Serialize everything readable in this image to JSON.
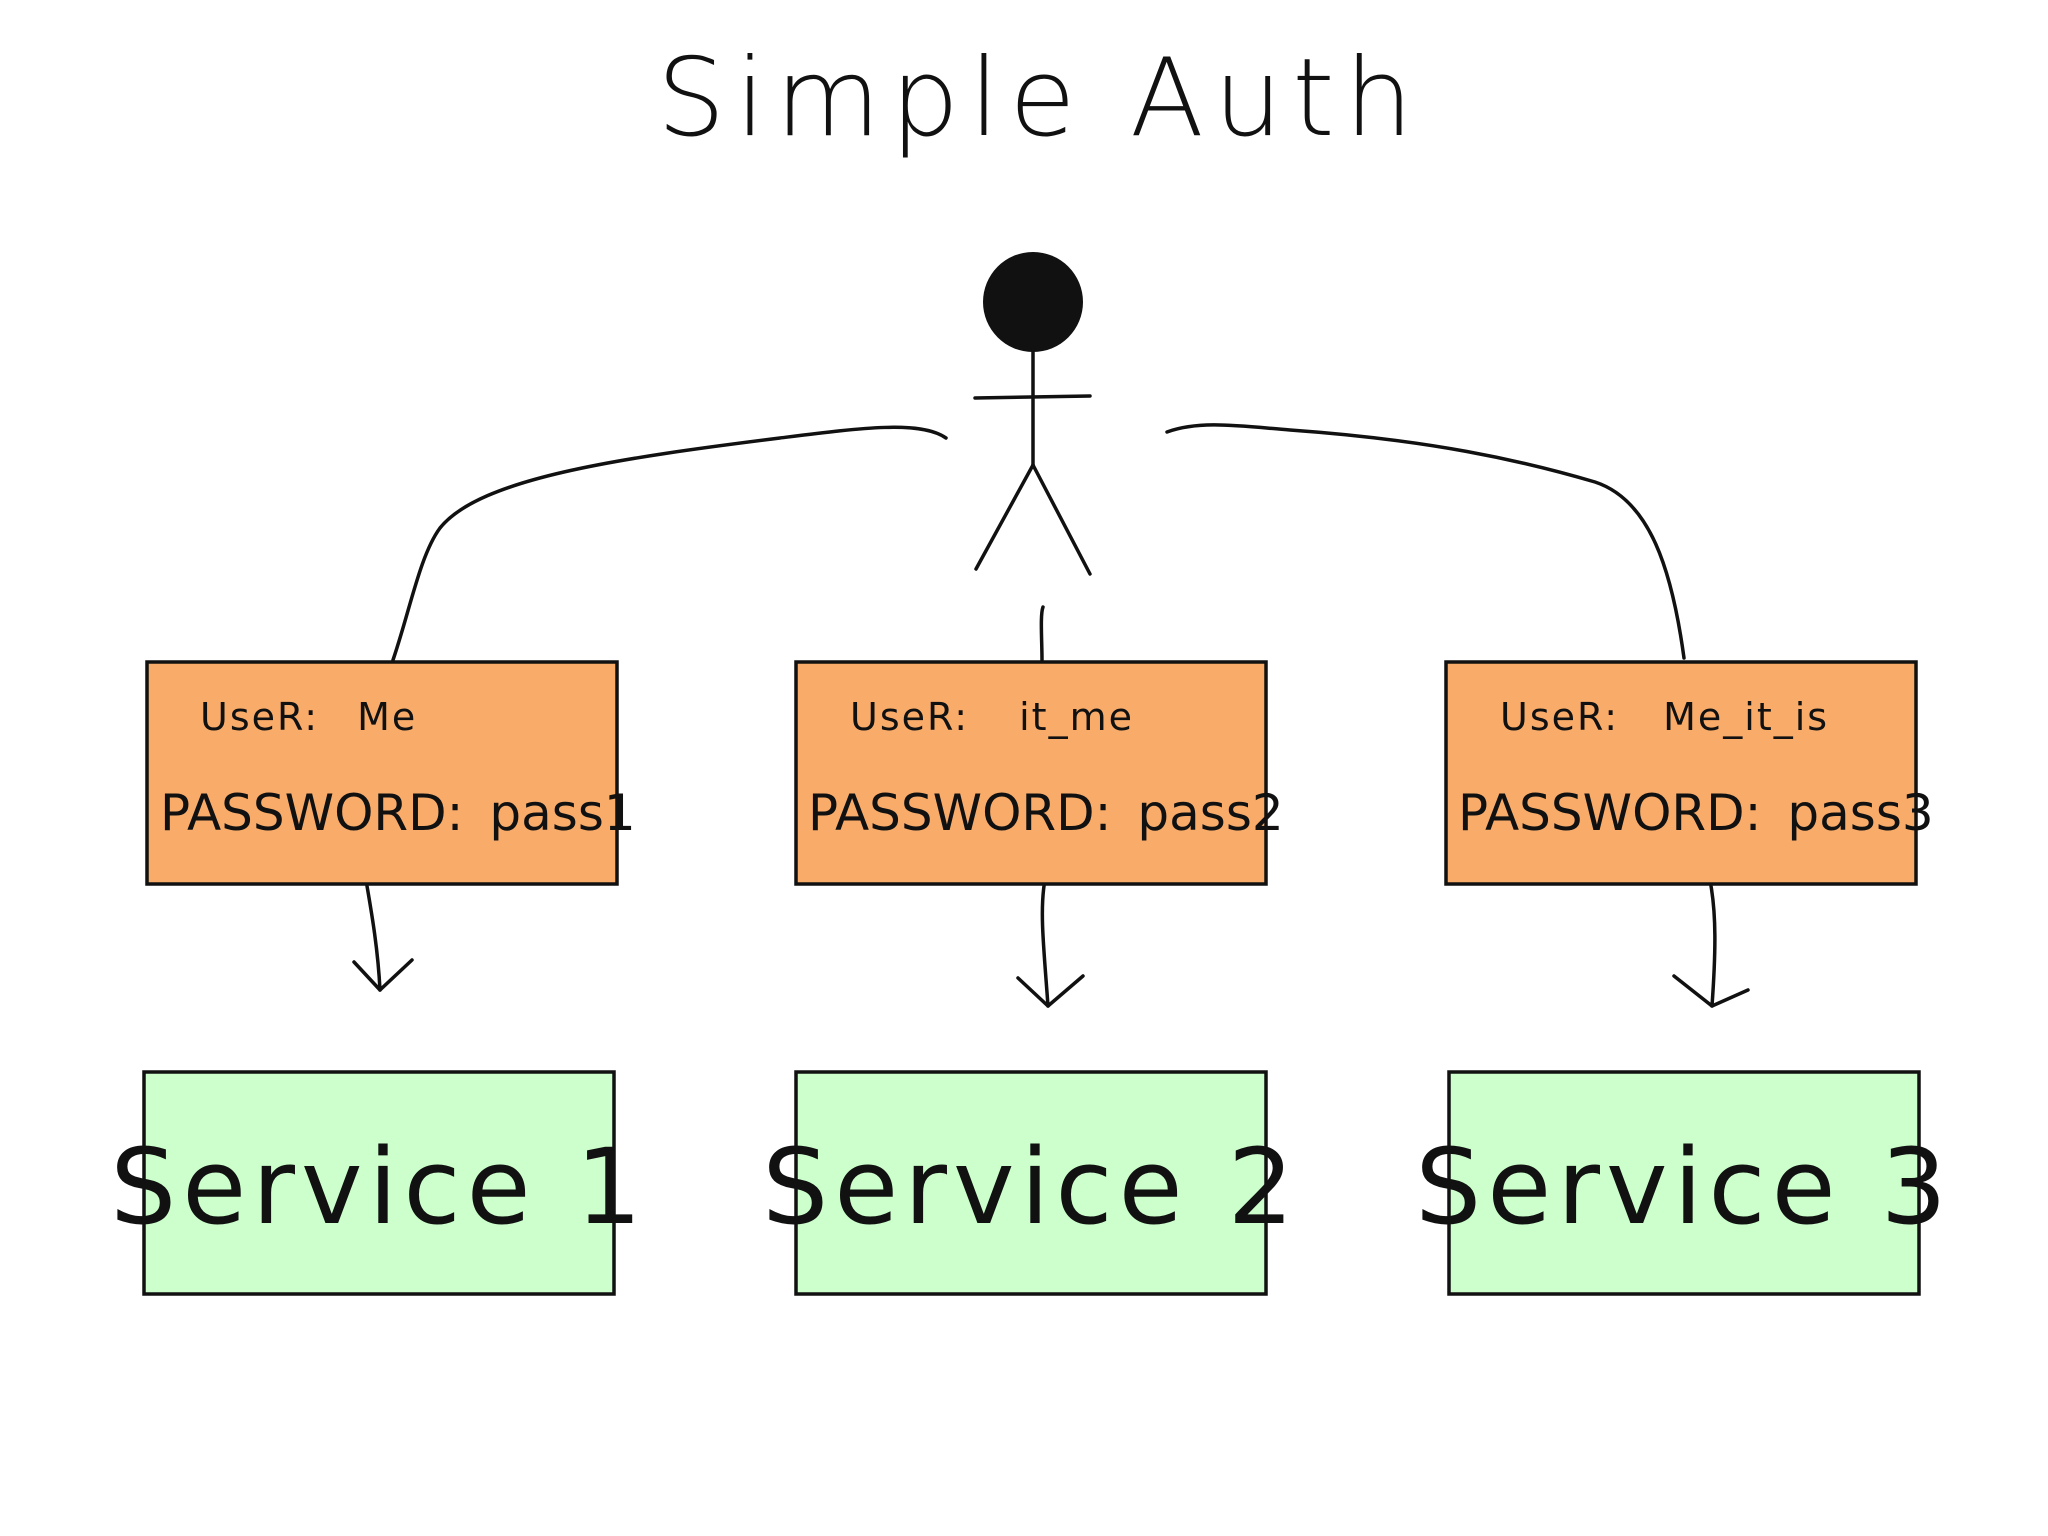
{
  "title": "Simple Auth",
  "credentials": [
    {
      "user_label": "UseR:",
      "user_value": "Me",
      "password_label": "PASSWORD:",
      "password_value": "pass1"
    },
    {
      "user_label": "UseR:",
      "user_value": "it_me",
      "password_label": "PASSWORD:",
      "password_value": "pass2"
    },
    {
      "user_label": "UseR:",
      "user_value": "Me_it_is",
      "password_label": "PASSWORD:",
      "password_value": "pass3"
    }
  ],
  "services": [
    {
      "label": "Service 1"
    },
    {
      "label": "Service 2"
    },
    {
      "label": "Service 3"
    }
  ],
  "colors": {
    "credential_box": "#F9AC6A",
    "service_box": "#CCFFCC",
    "ink": "#111111",
    "background": "#FFFFFF"
  }
}
